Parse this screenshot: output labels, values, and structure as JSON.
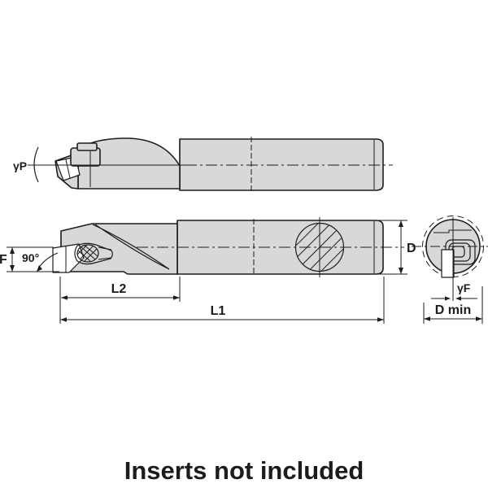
{
  "drawing": {
    "labels": {
      "gamma_p": "γP",
      "angle_90": "90°",
      "f": "F",
      "l2": "L2",
      "l1": "L1",
      "d": "D",
      "gamma_f": "γF",
      "d_min": "D min"
    },
    "footer_note": "Inserts not included",
    "colors": {
      "background": "#ffffff",
      "body_fill": "#d8d8d8",
      "insert_fill": "#ffffff",
      "line": "#1c1c1c"
    }
  }
}
